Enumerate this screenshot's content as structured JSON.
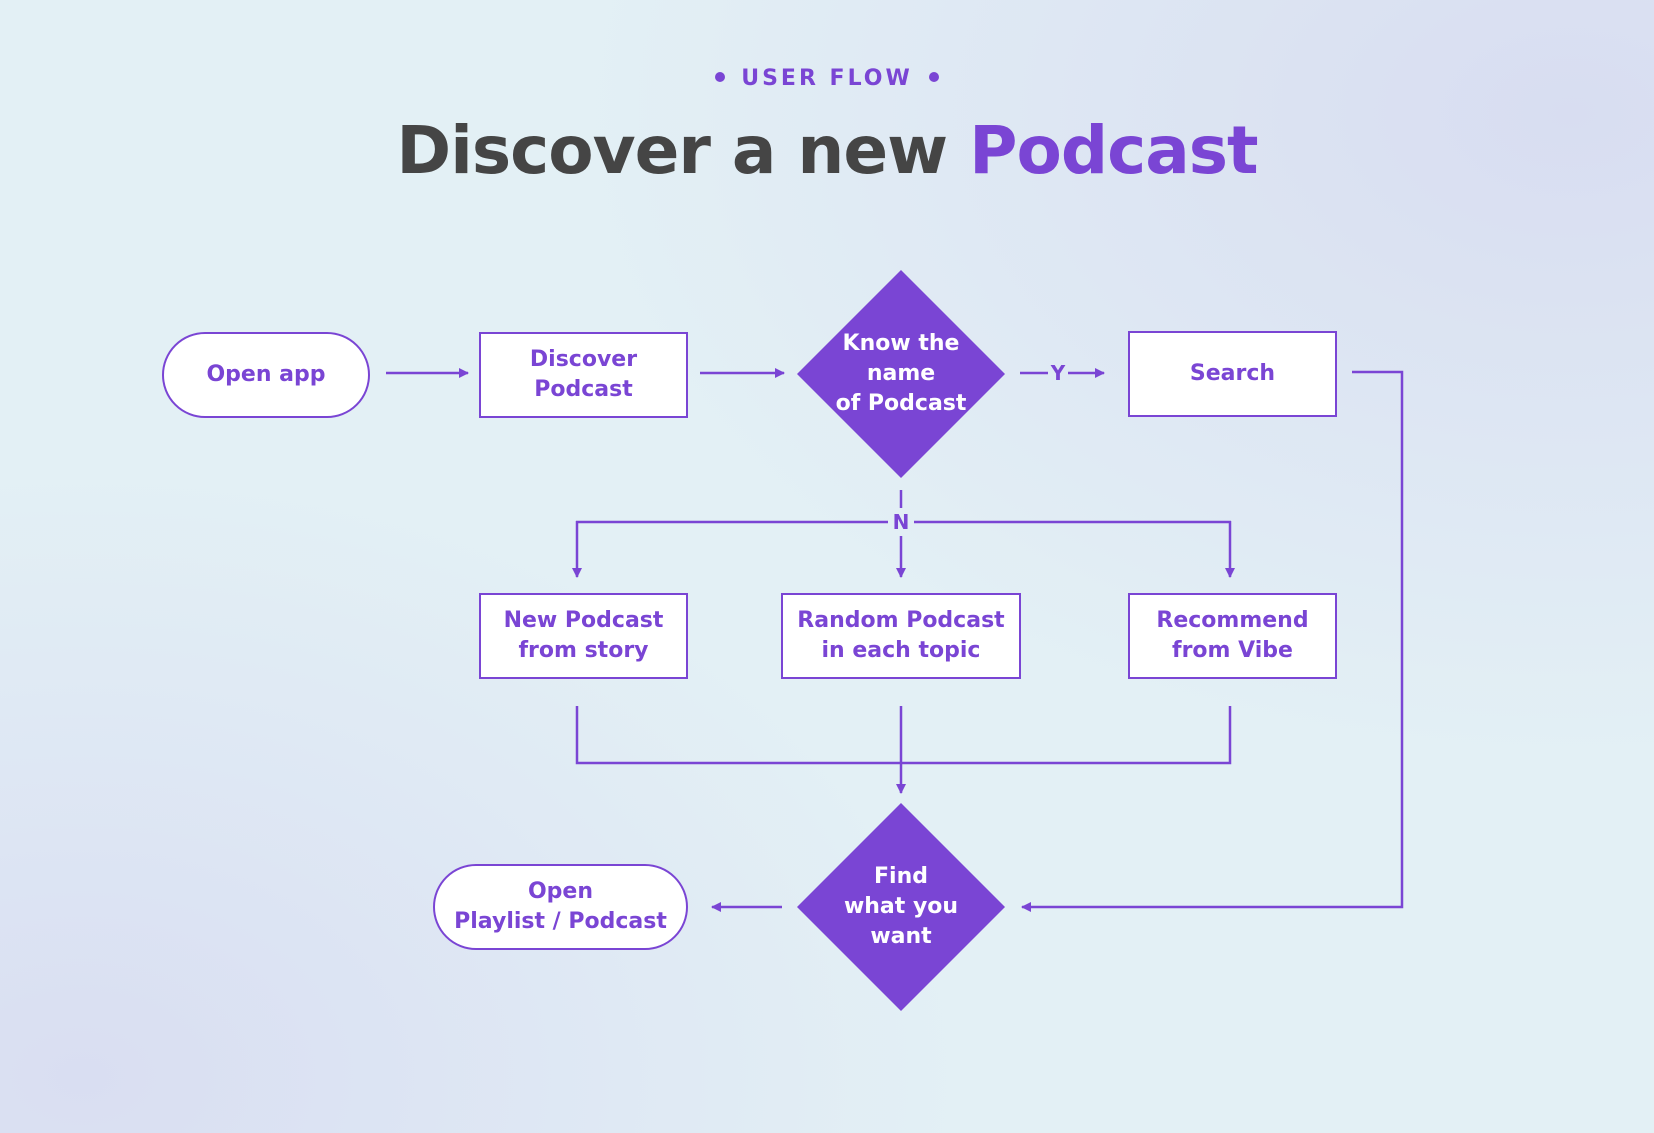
{
  "header": {
    "kicker": "USER FLOW",
    "title_main": "Discover a new",
    "title_accent": "Podcast"
  },
  "colors": {
    "accent": "#7a45d4",
    "title": "#454545",
    "node_fill": "#ffffff"
  },
  "nodes": {
    "open_app": "Open app",
    "discover_podcast": "Discover\nPodcast",
    "know_name": "Know the\nname\nof Podcast",
    "search": "Search",
    "new_podcast": "New Podcast\nfrom story",
    "random_podcast": "Random Podcast\nin each topic",
    "recommend": "Recommend\nfrom Vibe",
    "find_want": "Find\nwhat you\nwant",
    "open_playlist": "Open\nPlaylist / Podcast"
  },
  "edges": {
    "yes_label": "Y",
    "no_label": "N"
  }
}
